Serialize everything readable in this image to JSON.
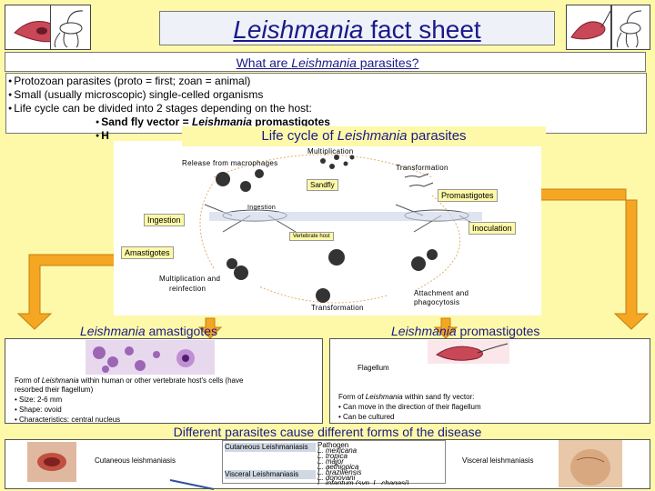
{
  "header": {
    "title_italic": "Leishmania",
    "title_rest": " fact sheet"
  },
  "question": {
    "prefix": "What are ",
    "italic": "Leishmania",
    "suffix": " parasites?"
  },
  "intro": {
    "b1": "Protozoan parasites (proto = first; zoan = animal)",
    "b2": "Small (usually microscopic) single-celled organisms",
    "b3": "Life cycle can be divided into 2 stages depending on the host:",
    "sub1_prefix": "Sand fly vector = ",
    "sub1_italic": "Leishmania",
    "sub1_suffix": " promastigotes",
    "sub2_visible": "H"
  },
  "lifecycle": {
    "title_prefix": "Life cycle of ",
    "title_italic": "Leishmania",
    "title_suffix": " parasites",
    "multiplication": "Multiplication",
    "release": "Release from macrophages",
    "transformation_top": "Transformation",
    "sandfly": "Sandfly",
    "promastigotes": "Promastigotes",
    "ingestion": "Ingestion",
    "ingestion_small": "Ingestion",
    "inoculation": "Inoculation",
    "vertebrate_host": "Vertebrate host",
    "amastigotes": "Amastigotes",
    "mult_reinfection_1": "Multiplication and",
    "mult_reinfection_2": "reinfection",
    "attachment_1": "Attachment and",
    "attachment_2": "phagocytosis",
    "transformation_bottom": "Transformation"
  },
  "amastigote_section": {
    "head_italic": "Leishmania",
    "head_rest": " amastigotes",
    "form_prefix": "Form of ",
    "form_italic": "Leishmania",
    "form_suffix": " within human or other vertebrate host's cells (have",
    "form_line2": "resorbed their flagellum)",
    "size": "• Size: 2-6 mm",
    "shape": "• Shape: ovoid",
    "nucleus": "• Characteristics: central nucleus"
  },
  "promastigote_section": {
    "head_italic": "Leishmania",
    "head_rest": " promastigotes",
    "flagellum": "Flagellum",
    "form_prefix": "Form of ",
    "form_italic": "Leishmania",
    "form_suffix": " within sand fly vector:",
    "move": "• Can move in the direction of their flagellum",
    "cultured": "• Can be cultured"
  },
  "disease": {
    "head": "Different parasites cause different forms of the disease",
    "cutaneous": "Cutaneous leishmaniasis",
    "visceral": "Visceral leishmaniasis",
    "table": {
      "col_head": "Pathogen",
      "row1_label": "Cutaneous Leishmaniasis",
      "row2_label": "Visceral Leishmaniasis",
      "p1": "L. mexicana",
      "p2": "L. tropica",
      "p3": "L. major",
      "p4": "L. aethiopica",
      "p5": "L. braziliensis",
      "p6": "L. donovani",
      "p7": "L. infantum (syn. L. chagasi)"
    }
  },
  "colors": {
    "background": "#fdf9a8",
    "title_blue": "#1a1a8a",
    "arrow_orange": "#f5a623",
    "promastigote_red": "#b03040",
    "stain_purple": "#8a4aa8"
  }
}
